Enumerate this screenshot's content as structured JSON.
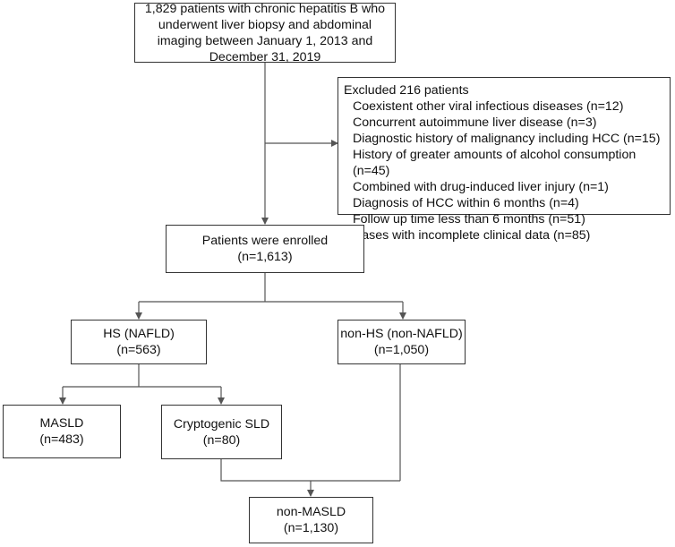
{
  "boxes": {
    "source": [
      "1,829 patients with chronic hepatitis B who",
      "underwent liver biopsy and abdominal",
      "imaging between January 1, 2013 and",
      "December 31, 2019"
    ],
    "excluded": {
      "title": "Excluded 216 patients",
      "items": [
        "Coexistent other viral infectious diseases (n=12)",
        "Concurrent autoimmune liver disease (n=3)",
        "Diagnostic history of malignancy including HCC (n=15)",
        "History of greater amounts of alcohol consumption (n=45)",
        "Combined with drug-induced liver injury (n=1)",
        "Diagnosis of HCC within 6 months (n=4)",
        "Follow up time less than 6 months (n=51)",
        "Cases with incomplete clinical data (n=85)"
      ]
    },
    "enrolled": [
      "Patients were enrolled",
      "(n=1,613)"
    ],
    "hs": [
      "HS (NAFLD)",
      "(n=563)"
    ],
    "non_hs": [
      "non-HS (non-NAFLD)",
      "(n=1,050)"
    ],
    "masld": [
      "MASLD",
      "(n=483)"
    ],
    "cryptogenic": [
      "Cryptogenic SLD",
      "(n=80)"
    ],
    "non_masld": [
      "non-MASLD",
      "(n=1,130)"
    ]
  }
}
